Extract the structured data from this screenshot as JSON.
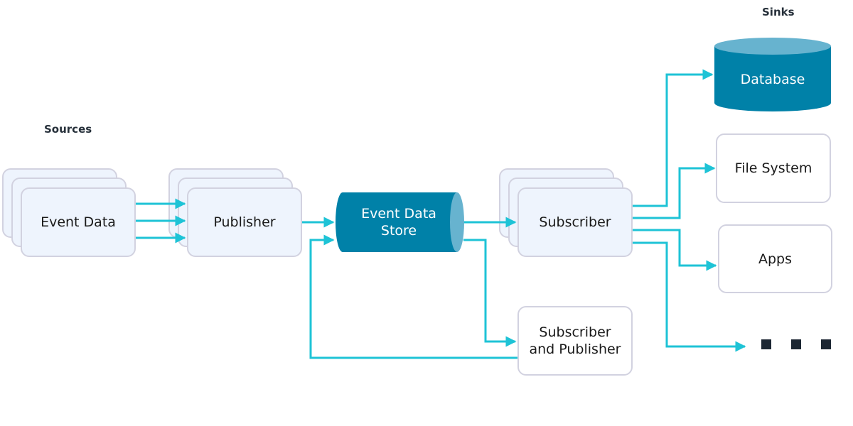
{
  "headings": {
    "sources": "Sources",
    "sinks": "Sinks"
  },
  "nodes": {
    "event_data": "Event Data",
    "publisher": "Publisher",
    "event_data_store": "Event Data Store",
    "event_data_store_line1": "Event Data",
    "event_data_store_line2": "Store",
    "subscriber": "Subscriber",
    "sub_pub_line1": "Subscriber",
    "sub_pub_line2": "and Publisher",
    "database": "Database",
    "file_system": "File System",
    "apps": "Apps"
  },
  "colors": {
    "connector": "#1ec3d6",
    "store": "#0081a8",
    "store_light": "#67b3cf",
    "box_border": "#d2d2e0",
    "box_fill": "#eef4fd"
  },
  "icons": {
    "more": "ellipsis-icon"
  }
}
